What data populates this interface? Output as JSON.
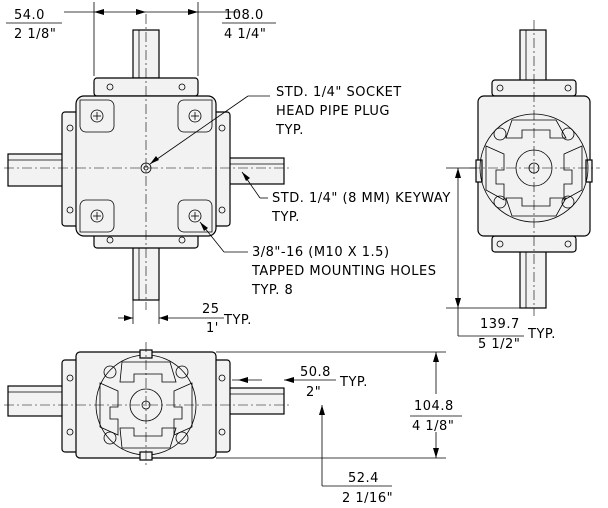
{
  "dimensions": {
    "top_width_mm": "54.0",
    "top_width_in": "2 1/8\"",
    "top_body_mm": "108.0",
    "top_body_in": "4 1/4\"",
    "shaft_len_mm": "25",
    "shaft_len_in": "1'",
    "shaft_len_typ": "TYP.",
    "side_height_mm": "139.7",
    "side_height_in": "5 1/2\"",
    "side_height_typ": "TYP.",
    "bottom_shaft_mm": "50.8",
    "bottom_shaft_in": "2\"",
    "bottom_shaft_typ": "TYP.",
    "bottom_height_mm": "104.8",
    "bottom_height_in": "4 1/8\"",
    "bottom_center_mm": "52.4",
    "bottom_center_in": "2 1/16\""
  },
  "notes": {
    "plug_line1": "STD. 1/4\" SOCKET",
    "plug_line2": "HEAD PIPE PLUG",
    "plug_line3": "TYP.",
    "keyway_line1": "STD. 1/4\" (8 MM) KEYWAY",
    "keyway_line2": "TYP.",
    "holes_line1": "3/8\"-16 (M10 X 1.5)",
    "holes_line2": "TAPPED MOUNTING HOLES",
    "holes_line3": "TYP. 8"
  }
}
